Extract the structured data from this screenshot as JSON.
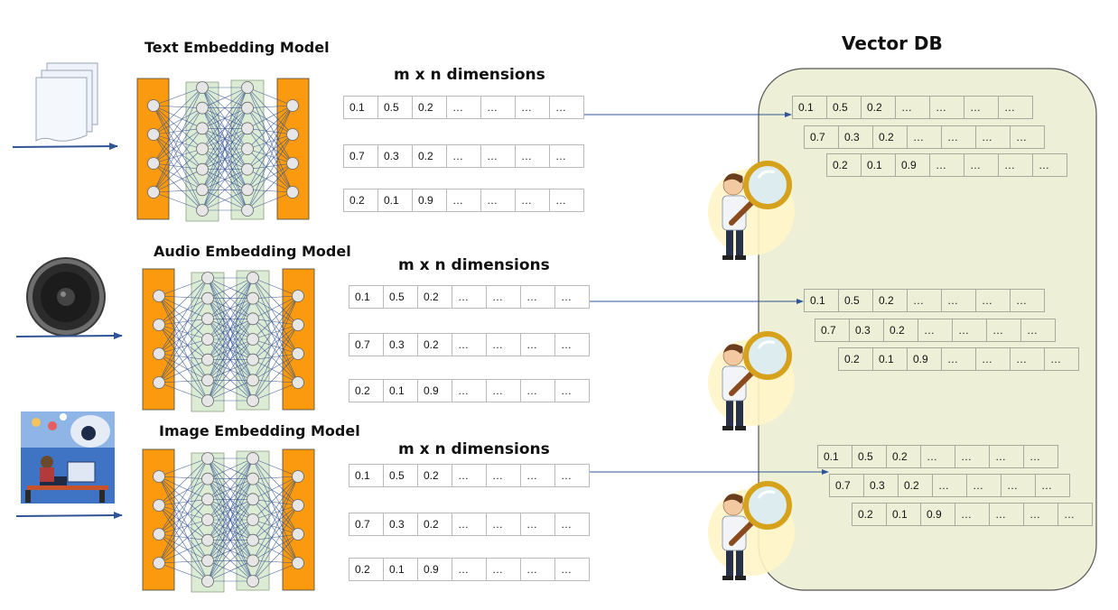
{
  "vector_db": {
    "title": "Vector DB"
  },
  "models": [
    {
      "title": "Text Embedding  Model",
      "dims_title": "m x n dimensions",
      "vectors": [
        [
          "0.1",
          "0.5",
          "0.2",
          "…",
          "…",
          "…",
          "…"
        ],
        [
          "0.7",
          "0.3",
          "0.2",
          "…",
          "…",
          "…",
          "…"
        ],
        [
          "0.2",
          "0.1",
          "0.9",
          "…",
          "…",
          "…",
          "…"
        ]
      ]
    },
    {
      "title": "Audio Embedding  Model",
      "dims_title": "m x n dimensions",
      "vectors": [
        [
          "0.1",
          "0.5",
          "0.2",
          "…",
          "…",
          "…",
          "…"
        ],
        [
          "0.7",
          "0.3",
          "0.2",
          "…",
          "…",
          "…",
          "…"
        ],
        [
          "0.2",
          "0.1",
          "0.9",
          "…",
          "…",
          "…",
          "…"
        ]
      ]
    },
    {
      "title": "Image Embedding  Model",
      "dims_title": "m x n dimensions",
      "vectors": [
        [
          "0.1",
          "0.5",
          "0.2",
          "…",
          "…",
          "…",
          "…"
        ],
        [
          "0.7",
          "0.3",
          "0.2",
          "…",
          "…",
          "…",
          "…"
        ],
        [
          "0.2",
          "0.1",
          "0.9",
          "…",
          "…",
          "…",
          "…"
        ]
      ]
    }
  ],
  "db_groups": [
    {
      "vectors": [
        [
          "0.1",
          "0.5",
          "0.2",
          "…",
          "…",
          "…",
          "…"
        ],
        [
          "0.7",
          "0.3",
          "0.2",
          "…",
          "…",
          "…",
          "…"
        ],
        [
          "0.2",
          "0.1",
          "0.9",
          "…",
          "…",
          "…",
          "…"
        ]
      ]
    },
    {
      "vectors": [
        [
          "0.1",
          "0.5",
          "0.2",
          "…",
          "…",
          "…",
          "…"
        ],
        [
          "0.7",
          "0.3",
          "0.2",
          "…",
          "…",
          "…",
          "…"
        ],
        [
          "0.2",
          "0.1",
          "0.9",
          "…",
          "…",
          "…",
          "…"
        ]
      ]
    },
    {
      "vectors": [
        [
          "0.1",
          "0.5",
          "0.2",
          "…",
          "…",
          "…",
          "…"
        ],
        [
          "0.7",
          "0.3",
          "0.2",
          "…",
          "…",
          "…",
          "…"
        ],
        [
          "0.2",
          "0.1",
          "0.9",
          "…",
          "…",
          "…",
          "…"
        ]
      ]
    }
  ],
  "colors": {
    "layer_orange": "#fb9a0f",
    "layer_green": "#dcebd4",
    "arrow_blue": "#2f5597",
    "db_fill": "#edf0d6"
  },
  "icons": {
    "text_input": "document-stack-icon",
    "audio_input": "speaker-icon",
    "image_input": "person-at-computer-illustration",
    "searcher": "magnifying-glass-person-icon"
  }
}
